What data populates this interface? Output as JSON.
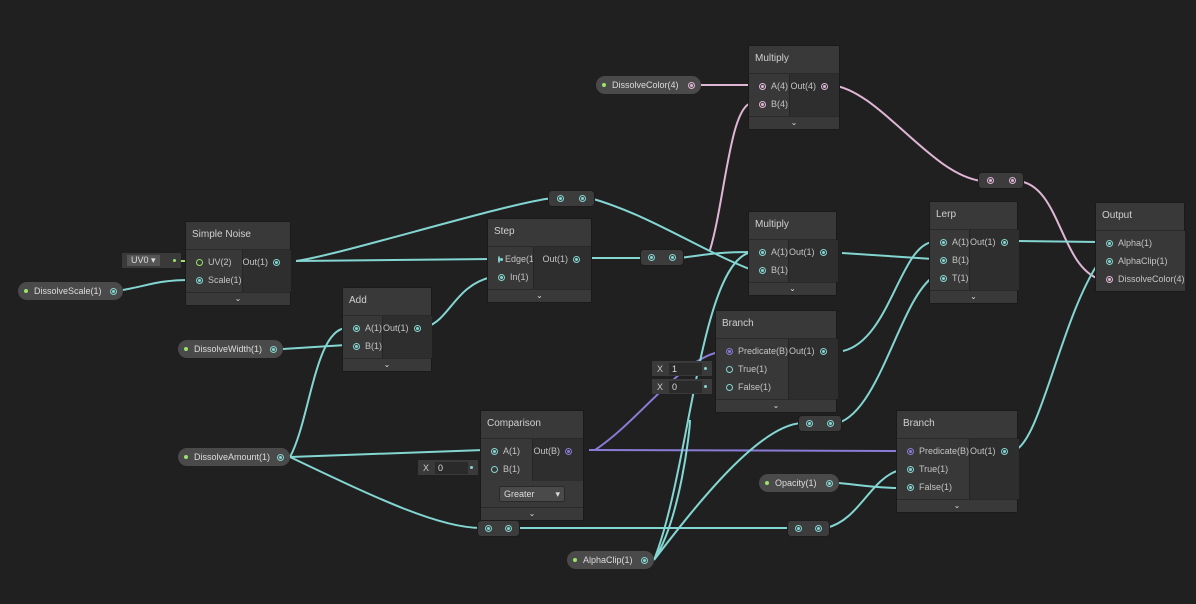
{
  "nodes": {
    "simple_noise": {
      "title": "Simple Noise",
      "inputs": [
        "UV(2)",
        "Scale(1)"
      ],
      "outputs": [
        "Out(1)"
      ]
    },
    "add": {
      "title": "Add",
      "inputs": [
        "A(1)",
        "B(1)"
      ],
      "outputs": [
        "Out(1)"
      ]
    },
    "step": {
      "title": "Step",
      "inputs": [
        "Edge(1)",
        "In(1)"
      ],
      "outputs": [
        "Out(1)"
      ]
    },
    "multiply_color": {
      "title": "Multiply",
      "inputs": [
        "A(4)",
        "B(4)"
      ],
      "outputs": [
        "Out(4)"
      ]
    },
    "multiply": {
      "title": "Multiply",
      "inputs": [
        "A(1)",
        "B(1)"
      ],
      "outputs": [
        "Out(1)"
      ]
    },
    "lerp": {
      "title": "Lerp",
      "inputs": [
        "A(1)",
        "B(1)",
        "T(1)"
      ],
      "outputs": [
        "Out(1)"
      ]
    },
    "output": {
      "title": "Output",
      "inputs": [
        "Alpha(1)",
        "AlphaClip(1)",
        "DissolveColor(4)"
      ],
      "outputs": []
    },
    "branch1": {
      "title": "Branch",
      "inputs": [
        "Predicate(B)",
        "True(1)",
        "False(1)"
      ],
      "outputs": [
        "Out(1)"
      ]
    },
    "comparison": {
      "title": "Comparison",
      "inputs": [
        "A(1)",
        "B(1)"
      ],
      "outputs": [
        "Out(B)"
      ],
      "mode": "Greater"
    },
    "branch2": {
      "title": "Branch",
      "inputs": [
        "Predicate(B)",
        "True(1)",
        "False(1)"
      ],
      "outputs": [
        "Out(1)"
      ]
    }
  },
  "properties": {
    "dissolve_scale": "DissolveScale(1)",
    "dissolve_width": "DissolveWidth(1)",
    "dissolve_amount": "DissolveAmount(1)",
    "dissolve_color": "DissolveColor(4)",
    "opacity": "Opacity(1)",
    "alpha_clip": "AlphaClip(1)"
  },
  "inline_inputs": {
    "uv": "UV0",
    "branch_true": {
      "axis": "X",
      "value": "1"
    },
    "branch_false": {
      "axis": "X",
      "value": "0"
    },
    "comparison_b": {
      "axis": "X",
      "value": "0"
    }
  },
  "colors": {
    "float": "#84d6d2",
    "vector4": "#e0b6d6",
    "boolean": "#8a7bd6",
    "uv": "#9be36b"
  }
}
